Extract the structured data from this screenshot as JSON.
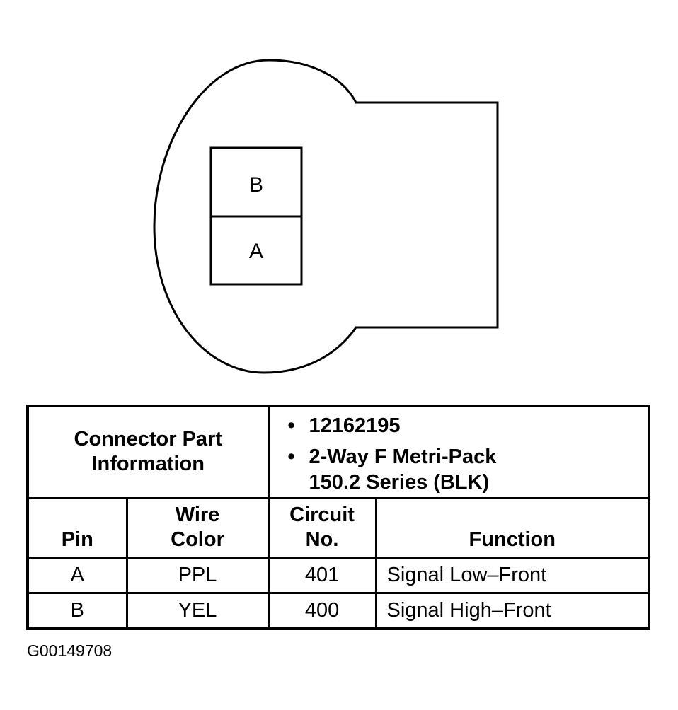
{
  "connector": {
    "cavities": [
      {
        "label": "B"
      },
      {
        "label": "A"
      }
    ]
  },
  "table": {
    "part_info_label": "Connector Part Information",
    "part_info_line1": "Connector Part",
    "part_info_line2": "Information",
    "part_number": "12162195",
    "description_line1": "2-Way F Metri-Pack",
    "description_line2": "150.2 Series (BLK)",
    "bullet": "•",
    "headers": {
      "pin": "Pin",
      "wire_color_line1": "Wire",
      "wire_color_line2": "Color",
      "circuit_line1": "Circuit",
      "circuit_line2": "No.",
      "function": "Function"
    },
    "rows": [
      {
        "pin": "A",
        "wire_color": "PPL",
        "circuit": "401",
        "function": "Signal Low–Front"
      },
      {
        "pin": "B",
        "wire_color": "YEL",
        "circuit": "400",
        "function": "Signal High–Front"
      }
    ]
  },
  "figure_id": "G00149708"
}
